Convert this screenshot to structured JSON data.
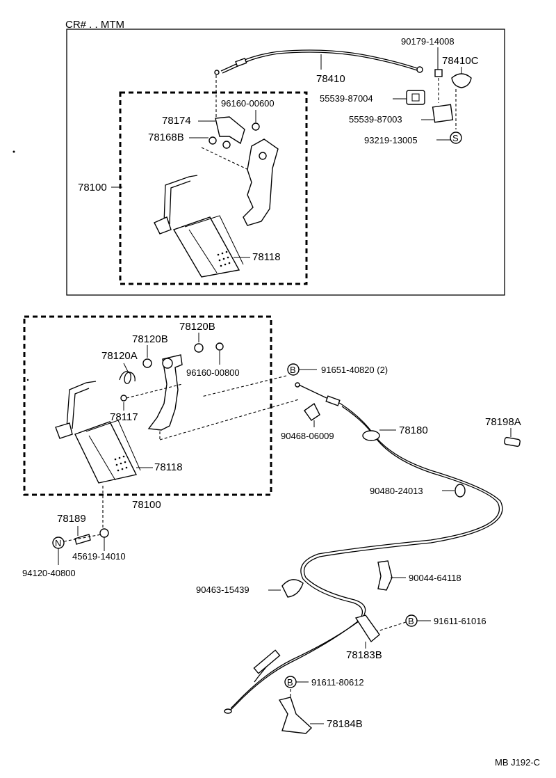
{
  "header": {
    "note": "CR# . . MTM"
  },
  "footer": {
    "code": "MB J192-C"
  },
  "upper_group": {
    "labels": [
      "90179-14008",
      "78410C",
      "78410",
      "55539-87004",
      "55539-87003",
      "93219-13005",
      "96160-00600",
      "78174",
      "78168B",
      "78100",
      "78118"
    ]
  },
  "lower_group": {
    "labels": [
      "78120B",
      "78120B",
      "96160-00800",
      "78120A",
      "91651-40820 (2)",
      "78117",
      "90468-06009",
      "78180",
      "78198A",
      "78118",
      "78100",
      "90480-24013",
      "78189",
      "45619-14010",
      "94120-40800",
      "90044-64118",
      "90463-15439",
      "91611-61016",
      "78183B",
      "91611-80612",
      "78184B"
    ]
  },
  "markers": {
    "b": "B",
    "s": "S",
    "n": "N"
  },
  "icons": [
    "accelerator-pedal-icon",
    "accelerator-cable-icon",
    "clip-icon",
    "bushing-icon",
    "spring-icon",
    "bracket-icon",
    "grommet-icon"
  ]
}
